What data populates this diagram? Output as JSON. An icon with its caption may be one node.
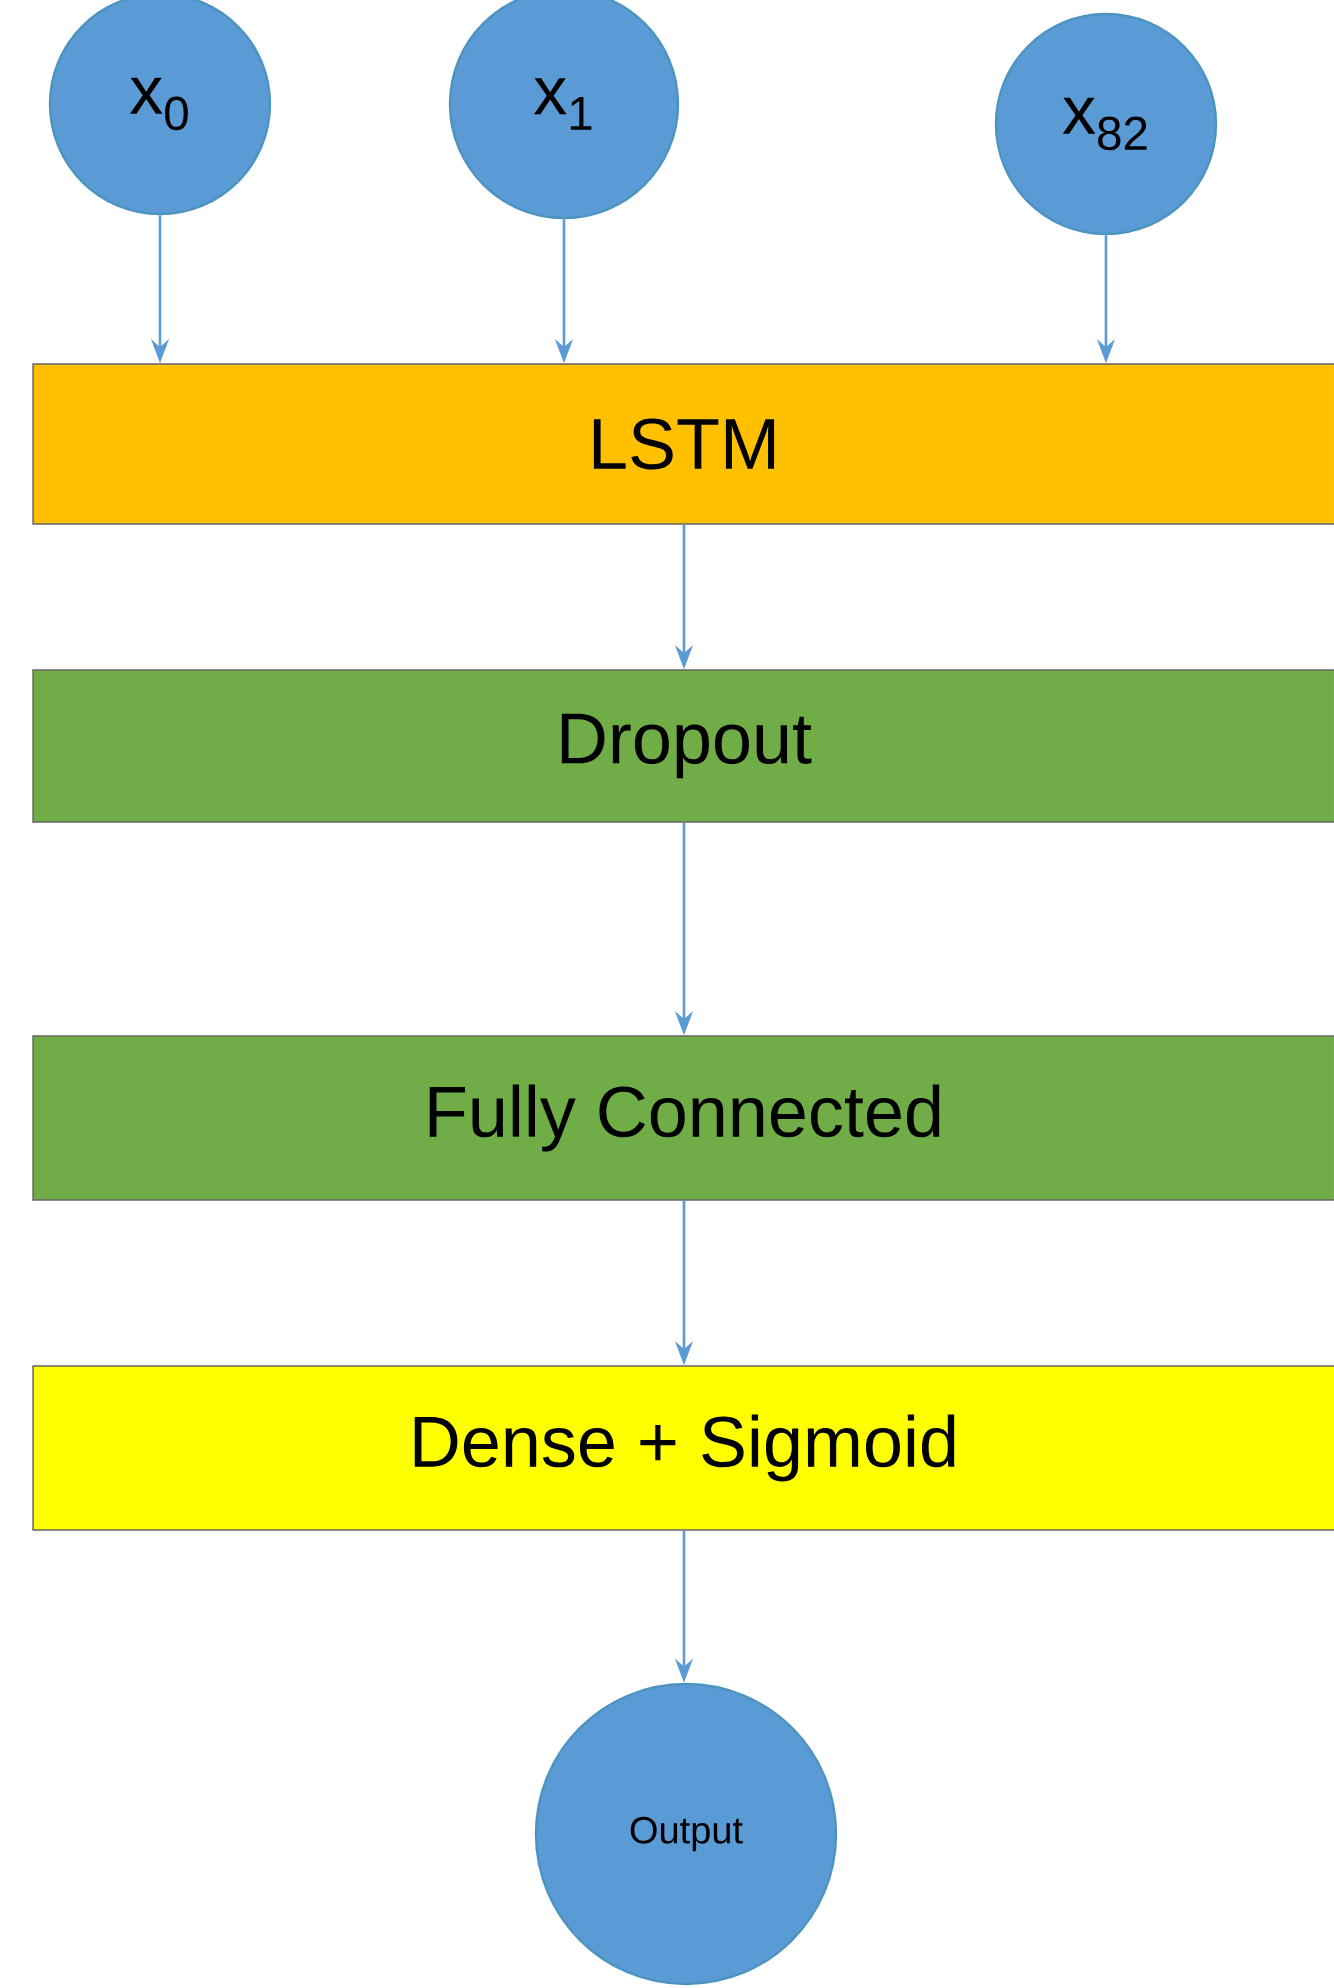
{
  "diagram": {
    "nodes": [
      {
        "text": [
          "x$_{0}$"
        ]
      },
      {
        "text": [
          "x$_{1}$"
        ]
      },
      {
        "text": [
          "x$_{82}$"
        ]
      },
      {
        "text": [
          "LSTM"
        ]
      },
      {
        "text": [
          "Dropout"
        ]
      },
      {
        "text": [
          "Fully Connected"
        ]
      },
      {
        "text": [
          "Dense + Sigmoid"
        ]
      },
      {
        "text": [
          "Output"
        ]
      }
    ],
    "edges": [
      {
        "from": 0,
        "to": 3,
        "arrow": "to"
      },
      {
        "from": 1,
        "to": 3,
        "arrow": "to"
      },
      {
        "from": 2,
        "to": 3,
        "arrow": "to"
      },
      {
        "from": 3,
        "to": 4,
        "arrow": "to"
      },
      {
        "from": 4,
        "to": 5,
        "arrow": "to"
      },
      {
        "from": 5,
        "to": 6,
        "arrow": "to"
      },
      {
        "from": 6,
        "to": 7,
        "arrow": "to"
      }
    ]
  }
}
